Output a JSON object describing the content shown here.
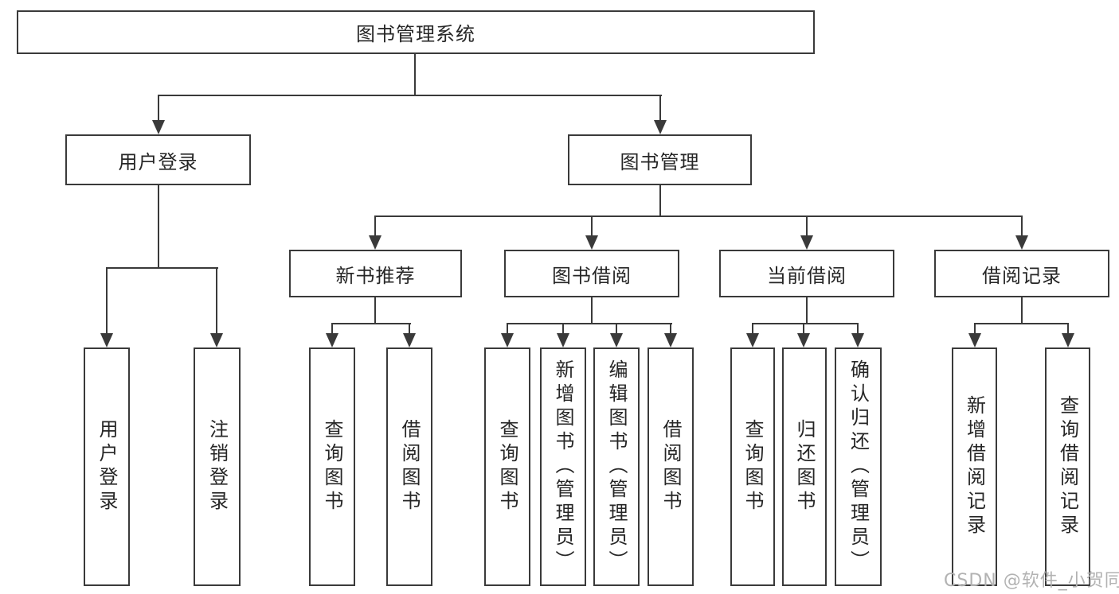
{
  "diagram_type": "hierarchy-tree",
  "root": {
    "label": "图书管理系统"
  },
  "branches": [
    {
      "label": "用户登录",
      "children": [
        {
          "label": "用户登录"
        },
        {
          "label": "注销登录"
        }
      ]
    },
    {
      "label": "图书管理",
      "children": [
        {
          "label": "新书推荐",
          "children": [
            {
              "label": "查询图书"
            },
            {
              "label": "借阅图书"
            }
          ]
        },
        {
          "label": "图书借阅",
          "children": [
            {
              "label": "查询图书"
            },
            {
              "label": "新增图书（管理员）"
            },
            {
              "label": "编辑图书（管理员）"
            },
            {
              "label": "借阅图书"
            }
          ]
        },
        {
          "label": "当前借阅",
          "children": [
            {
              "label": "查询图书"
            },
            {
              "label": "归还图书"
            },
            {
              "label": "确认归还（管理员）"
            }
          ]
        },
        {
          "label": "借阅记录",
          "children": [
            {
              "label": "新增借阅记录"
            },
            {
              "label": "查询借阅记录"
            }
          ]
        }
      ]
    }
  ],
  "watermark": "CSDN @软件_小贺同学",
  "colors": {
    "line": "#3a3a3a",
    "text": "#262626",
    "background": "#ffffff",
    "watermark": "#b2b2b2"
  }
}
